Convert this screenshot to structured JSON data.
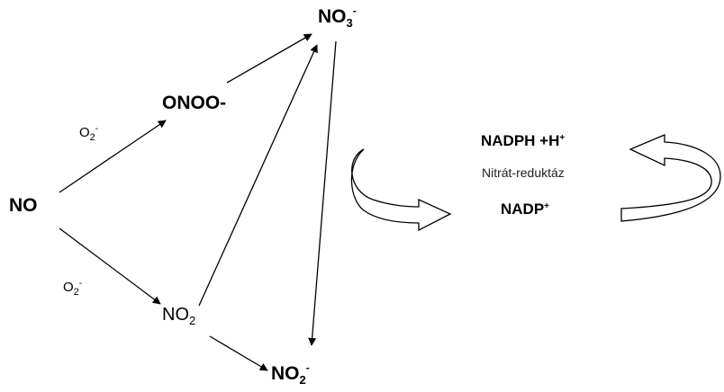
{
  "nodes": {
    "no": "NO",
    "onoo": "ONOO-",
    "no3_base": "NO",
    "no3_sub": "3",
    "no3_sup": "-",
    "no2_base": "NO",
    "no2_sub": "2",
    "nitrite_base": "NO",
    "nitrite_sub": "2",
    "nitrite_sup": "-"
  },
  "edge_labels": {
    "o2_upper_base": "O",
    "o2_upper_sub": "2",
    "o2_upper_sup": "-",
    "o2_lower_base": "O",
    "o2_lower_sub": "2",
    "o2_lower_sup": "-"
  },
  "cycle": {
    "nadph": "NADPH +H",
    "nadph_sup": "+",
    "enzyme": "Nitrát-reduktáz",
    "nadp": "NADP",
    "nadp_sup": "+"
  },
  "colors": {
    "line": "#000000",
    "background": "#ffffff"
  }
}
